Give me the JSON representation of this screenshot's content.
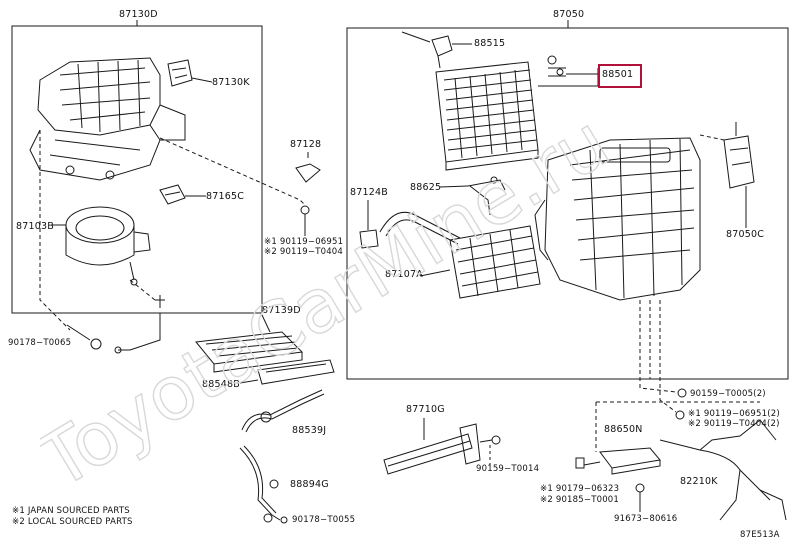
{
  "colors": {
    "ink": "#1a1a1a",
    "highlight": "#b0103a",
    "watermark": "#d8d8d8"
  },
  "watermark": "ToyotaCarMine.ru",
  "groups": {
    "left": "87130D",
    "right": "87050"
  },
  "parts": {
    "p87130K": "87130K",
    "p87165C": "87165C",
    "p87103B": "87103B",
    "p87128": "87128",
    "p90119_06951": "※1 90119−06951",
    "p90119_T0404": "※2 90119−T0404",
    "p90178_T0065": "90178−T0065",
    "p87139D": "87139D",
    "p88548B": "88548B",
    "p88539J": "88539J",
    "p88894G": "88894G",
    "p90178_T0055": "90178−T0055",
    "p88515": "88515",
    "p88501": "88501",
    "p88625": "88625",
    "p87124B": "87124B",
    "p87107A": "87107A",
    "p87050C": "87050C",
    "p90159_T0005": "90159−T0005(2)",
    "p90119_06951_2": "※1 90119−06951(2)",
    "p90119_T0404_2": "※2 90119−T0404(2)",
    "p87710G": "87710G",
    "p90159_T0014": "90159−T0014",
    "p88650N": "88650N",
    "p82210K": "82210K",
    "p90179_06323": "※1 90179−06323",
    "p90185_T0001": "※2 90185−T0001",
    "p91673_80616": "91673−80616"
  },
  "notes": {
    "note1": "※1 JAPAN SOURCED PARTS",
    "note2": "※2 LOCAL SOURCED PARTS"
  },
  "figure_code": "87E513A"
}
